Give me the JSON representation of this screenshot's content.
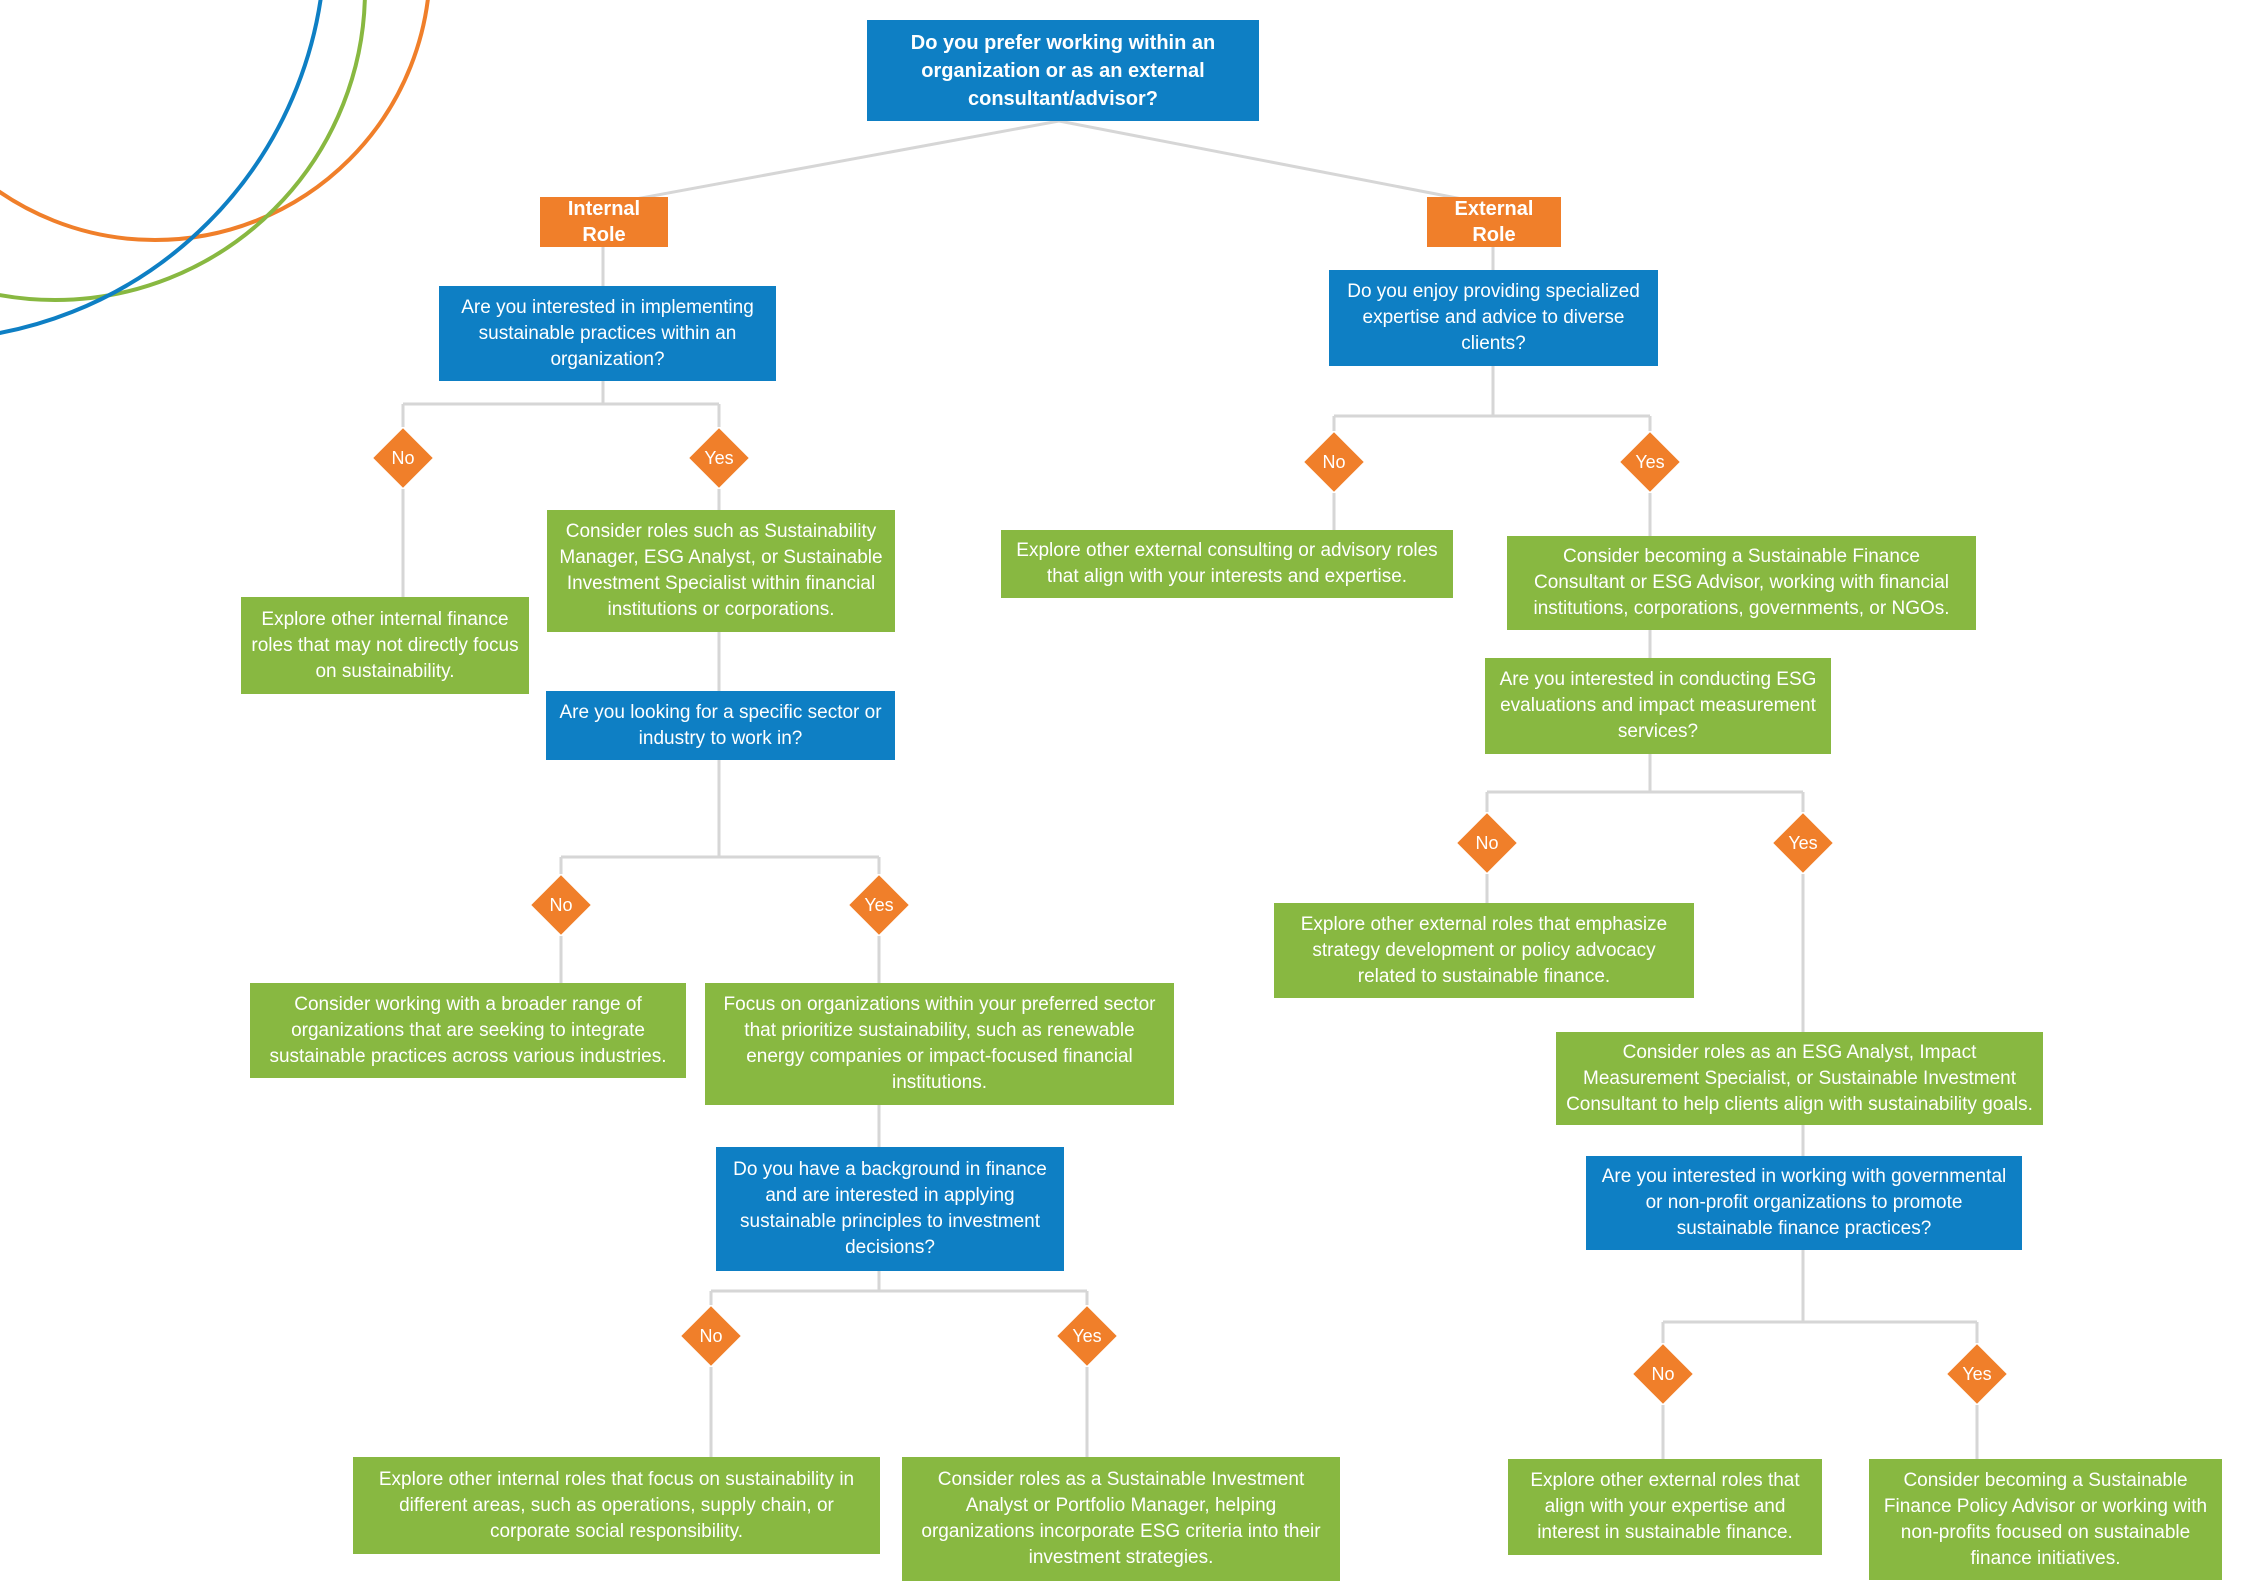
{
  "colors": {
    "question": "#0e7fc4",
    "answer": "#88b841",
    "branch": "#f07f2a",
    "connector": "#d6d6d6",
    "arc_blue": "#0e7fc4",
    "arc_orange": "#f07f2a",
    "arc_green": "#88b841"
  },
  "root": {
    "question": "Do you prefer working within an organization or as an external consultant/advisor?"
  },
  "internal": {
    "label": "Internal Role",
    "q1": "Are you interested in implementing sustainable practices within an organization?",
    "q1_no": "No",
    "q1_yes": "Yes",
    "q1_no_result": "Explore other internal finance roles that may not directly focus on sustainability.",
    "q1_yes_result": "Consider roles such as Sustainability Manager, ESG Analyst, or Sustainable Investment Specialist within financial institutions or corporations.",
    "q2": "Are you looking for a specific sector or industry to work in?",
    "q2_no": "No",
    "q2_yes": "Yes",
    "q2_no_result": "Consider working with a broader range of organizations that are seeking to integrate sustainable practices across various industries.",
    "q2_yes_result": "Focus on organizations within your preferred sector that prioritize sustainability, such as renewable energy companies or impact-focused financial institutions.",
    "q3": "Do you have a background in finance and are interested in applying sustainable principles to investment decisions?",
    "q3_no": "No",
    "q3_yes": "Yes",
    "q3_no_result": "Explore other internal roles that focus on sustainability in different areas, such as operations, supply chain, or corporate social responsibility.",
    "q3_yes_result": "Consider roles as a Sustainable Investment Analyst or Portfolio Manager, helping organizations incorporate ESG criteria into their investment strategies."
  },
  "external": {
    "label": "External Role",
    "q1": "Do you enjoy providing specialized expertise and advice to diverse clients?",
    "q1_no": "No",
    "q1_yes": "Yes",
    "q1_no_result": "Explore other external consulting or advisory roles that align with your interests and expertise.",
    "q1_yes_result": "Consider becoming a Sustainable Finance Consultant or ESG Advisor, working with financial institutions, corporations, governments, or NGOs.",
    "q2": "Are you interested in conducting ESG evaluations and impact measurement services?",
    "q2_no": "No",
    "q2_yes": "Yes",
    "q2_no_result": "Explore other external roles that emphasize strategy development or policy advocacy related to sustainable finance.",
    "q2_yes_result": "Consider roles as an ESG Analyst, Impact Measurement Specialist, or Sustainable Investment Consultant to help clients align with sustainability goals.",
    "q3": "Are you interested in working with governmental or non-profit organizations to promote sustainable finance practices?",
    "q3_no": "No",
    "q3_yes": "Yes",
    "q3_no_result": "Explore other external roles that align with your expertise and interest in sustainable finance.",
    "q3_yes_result": "Consider becoming a Sustainable Finance Policy Advisor or working with non-profits focused on sustainable finance initiatives."
  }
}
